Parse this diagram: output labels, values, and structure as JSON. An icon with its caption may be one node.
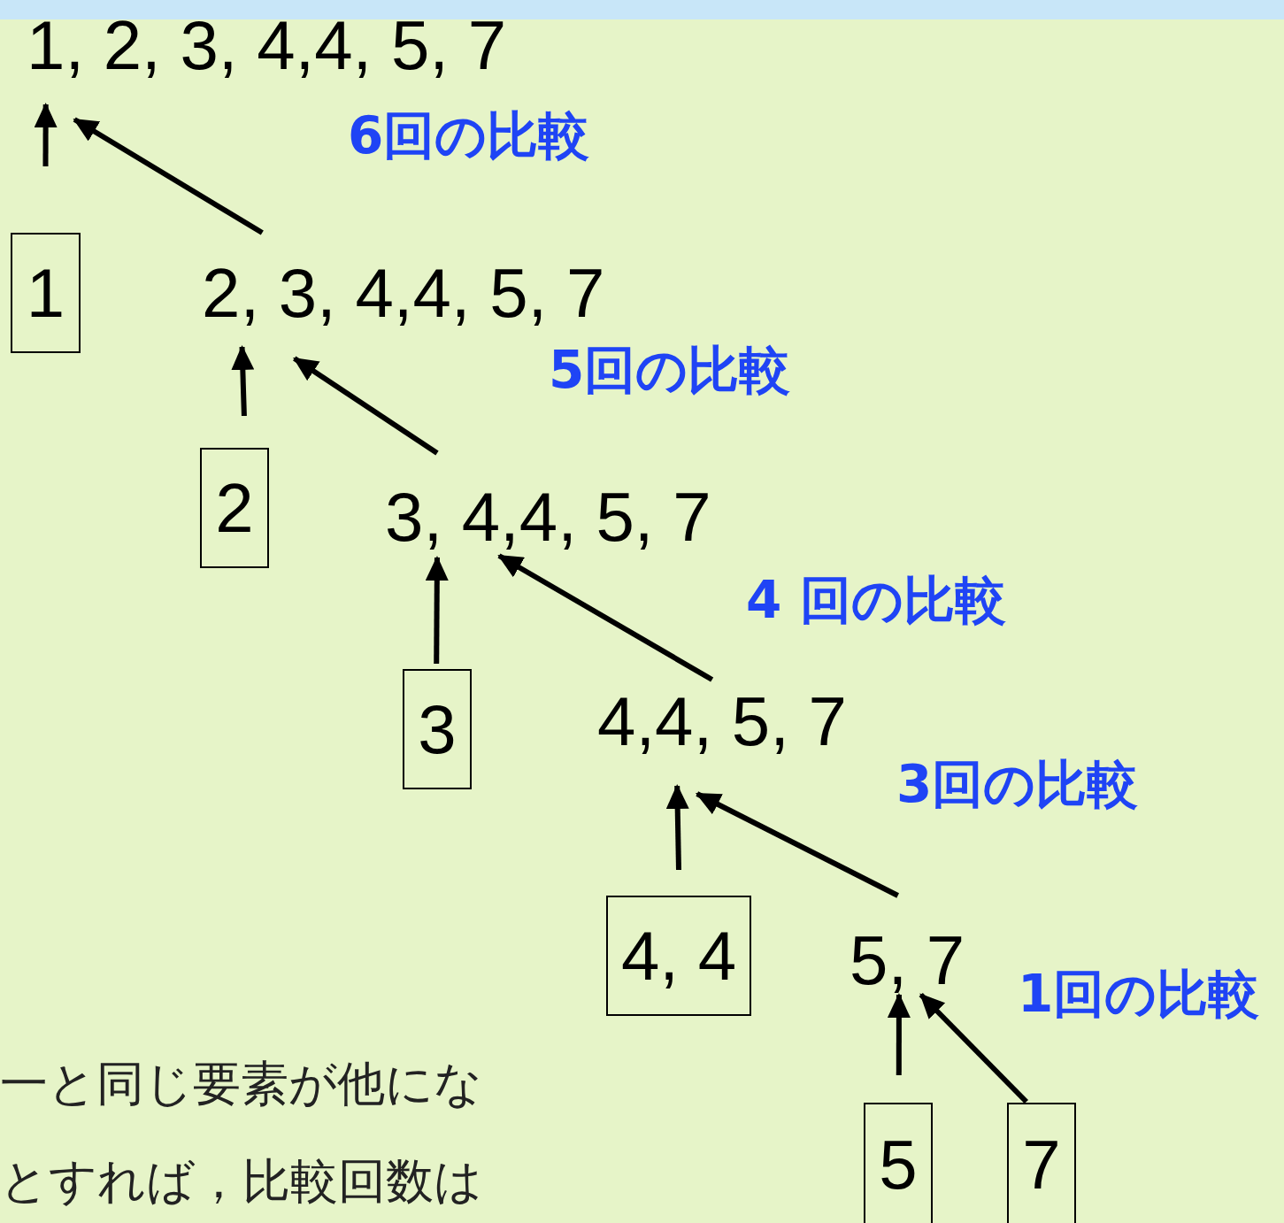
{
  "diagram": {
    "nodes": [
      {
        "text": [
          "1, 2, 3, 4,4, 5, 7"
        ]
      },
      {
        "text": [
          "1"
        ]
      },
      {
        "text": [
          "2, 3, 4,4, 5, 7"
        ]
      },
      {
        "text": [
          "2"
        ]
      },
      {
        "text": [
          "3, 4,4, 5, 7"
        ]
      },
      {
        "text": [
          "3"
        ]
      },
      {
        "text": [
          "4,4, 5, 7"
        ]
      },
      {
        "text": [
          "4, 4"
        ]
      },
      {
        "text": [
          "5, 7"
        ]
      },
      {
        "text": [
          "5"
        ]
      },
      {
        "text": [
          "7"
        ]
      }
    ],
    "edges": [
      {
        "from": 1,
        "to": 0,
        "arrow": "to"
      },
      {
        "from": 2,
        "to": 0,
        "arrow": "to"
      },
      {
        "from": 3,
        "to": 2,
        "arrow": "to"
      },
      {
        "from": 4,
        "to": 2,
        "arrow": "to"
      },
      {
        "from": 5,
        "to": 4,
        "arrow": "to"
      },
      {
        "from": 6,
        "to": 4,
        "arrow": "to"
      },
      {
        "from": 7,
        "to": 6,
        "arrow": "to"
      },
      {
        "from": 8,
        "to": 6,
        "arrow": "to"
      },
      {
        "from": 9,
        "to": 8,
        "arrow": "to"
      },
      {
        "from": 10,
        "to": 8,
        "arrow": "to"
      }
    ],
    "labels": [
      "6回の比較",
      "5回の比較",
      "4 回の比較",
      "3回の比較",
      "1回の比較",
      "一と同じ要素が他にな",
      "とすれば，比較回数は"
    ]
  }
}
